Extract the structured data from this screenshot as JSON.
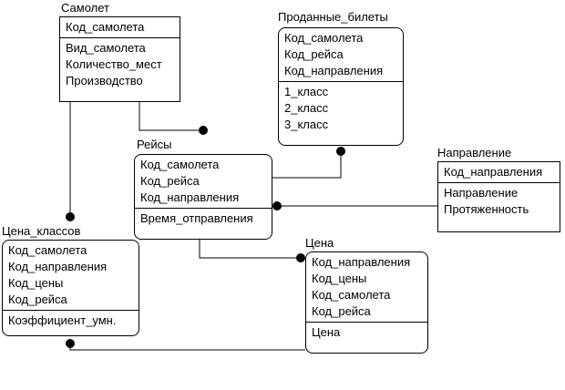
{
  "entities": {
    "samolet": {
      "title": "Самолет",
      "keys": [
        "Код_самолета"
      ],
      "attributes": [
        "Вид_самолета",
        "Количество_мест",
        "Производство"
      ]
    },
    "prodannye_bilety": {
      "title": "Проданные_билеты",
      "keys": [
        "Код_самолета",
        "Код_рейса",
        "Код_направления"
      ],
      "attributes": [
        "1_класс",
        "2_класс",
        "3_класс"
      ]
    },
    "reisy": {
      "title": "Рейсы",
      "keys": [
        "Код_самолета",
        "Код_рейса",
        "Код_направления"
      ],
      "attributes": [
        "Время_отправления"
      ]
    },
    "napravlenie": {
      "title": "Направление",
      "keys": [
        "Код_направления"
      ],
      "attributes": [
        "Направление",
        "Протяженность"
      ]
    },
    "cena_klassov": {
      "title": "Цена_классов",
      "keys": [
        "Код_самолета",
        "Код_направления",
        "Код_цены",
        "Код_рейса"
      ],
      "attributes": [
        "Коэффициент_умн."
      ]
    },
    "cena": {
      "title": "Цена",
      "keys": [
        "Код_направления",
        "Код_цены",
        "Код_самолета",
        "Код_рейса"
      ],
      "attributes": [
        "Цена"
      ]
    }
  }
}
